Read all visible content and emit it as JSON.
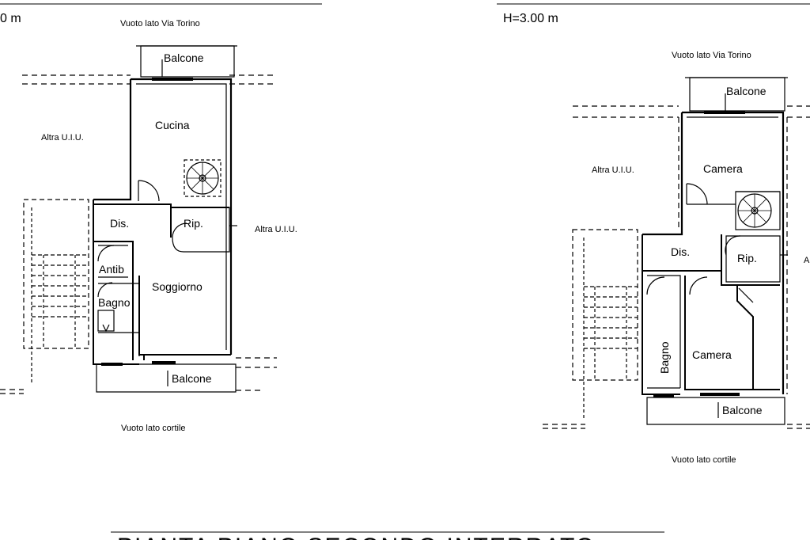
{
  "left_plan": {
    "height_label": "0 m",
    "top_label": "Vuoto lato Via Torino",
    "bottom_label": "Vuoto lato cortile",
    "neighbor_left": "Altra U.I.U.",
    "neighbor_right": "Altra U.I.U.",
    "rooms": {
      "balcone_top": "Balcone",
      "cucina": "Cucina",
      "dis": "Dis.",
      "rip": "Rip.",
      "antib": "Antib",
      "bagno": "Bagno",
      "soggiorno": "Soggiorno",
      "balcone_bottom": "Balcone"
    }
  },
  "right_plan": {
    "height_label": "H=3.00 m",
    "top_label": "Vuoto lato Via Torino",
    "bottom_label": "Vuoto lato cortile",
    "neighbor_left": "Altra U.I.U.",
    "neighbor_right_partial": "A",
    "rooms": {
      "balcone_top": "Balcone",
      "camera_top": "Camera",
      "dis": "Dis.",
      "rip": "Rip.",
      "bagno": "Bagno",
      "camera_bottom": "Camera",
      "balcone_bottom": "Balcone"
    }
  },
  "footer_title": "PIANTA PIANO SECONDO INTERRATO"
}
